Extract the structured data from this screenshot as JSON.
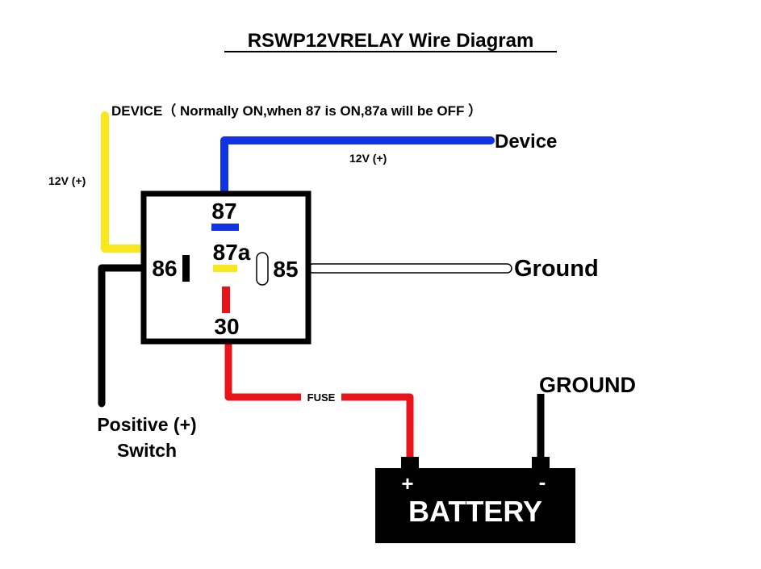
{
  "title": "RSWP12VRELAY Wire Diagram",
  "device_note": "DEVICE（ Normally ON,when 87 is ON,87a will be OFF ）",
  "labels": {
    "volt_left": "12V (+)",
    "volt_top": "12V (+)",
    "device": "Device",
    "ground_right": "Ground",
    "ground_battery": "GROUND",
    "positive_switch_line1": "Positive  (+)",
    "positive_switch_line2": "Switch",
    "fuse": "FUSE",
    "battery": "BATTERY",
    "battery_plus": "+",
    "battery_minus": "-"
  },
  "pins": {
    "p87": "87",
    "p87a": "87a",
    "p86": "86",
    "p85": "85",
    "p30": "30"
  },
  "colors": {
    "yellow_wire": "#f7e81c",
    "blue_wire": "#1133e8",
    "red_wire": "#e8141a",
    "black_wire": "#000000",
    "relay_border": "#000000"
  }
}
